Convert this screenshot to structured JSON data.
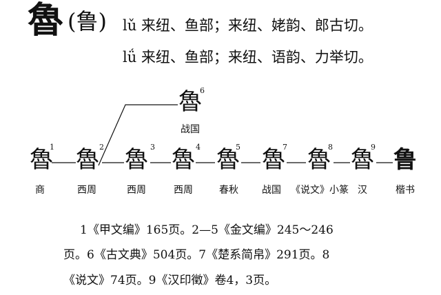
{
  "header": {
    "headword": "魯",
    "headword_simplified": "(鲁)",
    "readings": [
      "lǔ 来纽、鱼部；来纽、姥韵、郎古切。",
      "lǘ 来纽、鱼部；来纽、语韵、力举切。"
    ]
  },
  "evolution": [
    {
      "index": "1",
      "era": "商",
      "glyph": "魯"
    },
    {
      "index": "2",
      "era": "西周",
      "glyph": "魯"
    },
    {
      "index": "3",
      "era": "西周",
      "glyph": "魯"
    },
    {
      "index": "4",
      "era": "西周",
      "glyph": "魯"
    },
    {
      "index": "5",
      "era": "春秋",
      "glyph": "魯"
    },
    {
      "index": "7",
      "era": "战国",
      "glyph": "魯"
    },
    {
      "index": "8",
      "era": "《说文》小篆",
      "glyph": "魯"
    },
    {
      "index": "9",
      "era": "汉",
      "glyph": "魯"
    },
    {
      "index": "",
      "era": "楷书",
      "glyph": "鲁"
    }
  ],
  "branch": {
    "index": "6",
    "era": "战国",
    "glyph": "魯"
  },
  "notes": [
    "1《甲文编》165页。2—5《金文编》245～246",
    "页。6《古文典》504页。7《楚系简帛》291页。8",
    "《说文》74页。9《汉印徵》卷4，3页。"
  ]
}
